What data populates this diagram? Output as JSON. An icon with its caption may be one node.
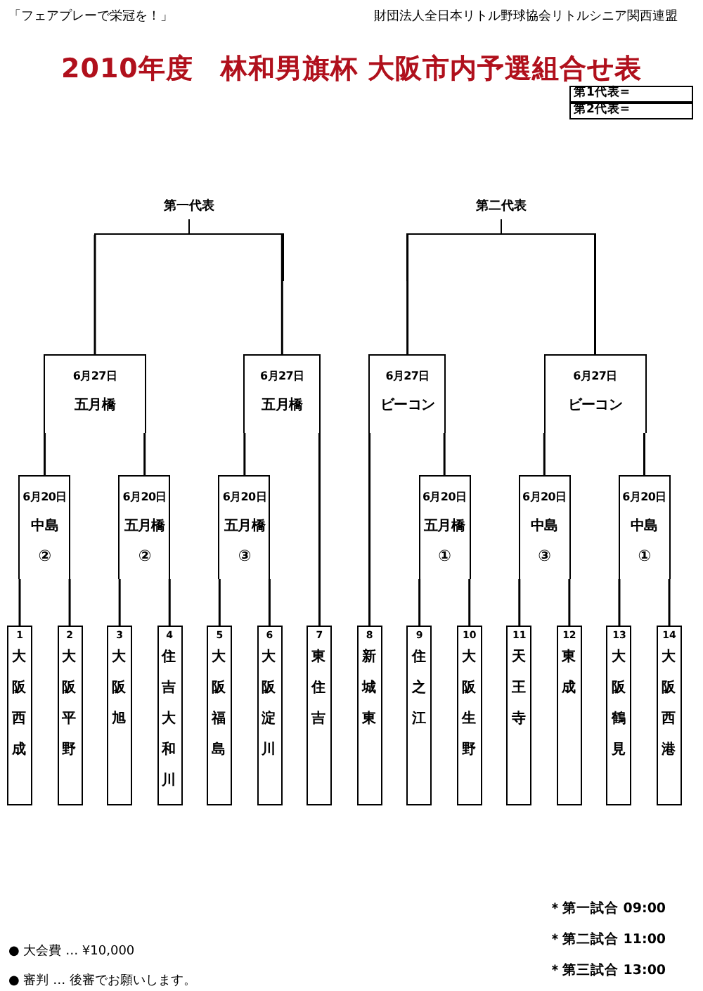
{
  "diagram": {
    "title": "2010年度　林和男旗杯 大阪市内予選組合せ表",
    "nodes": [
      {
        "text": [
          "第1代表="
        ]
      },
      {
        "text": [
          "第2代表="
        ]
      },
      {
        "text": [
          "第一代表"
        ]
      },
      {
        "text": [
          "第二代表"
        ]
      },
      {
        "text": [
          "6月27日",
          "五月橋"
        ]
      },
      {
        "text": [
          "6月27日",
          "五月橋"
        ]
      },
      {
        "text": [
          "6月27日",
          "ビーコン"
        ]
      },
      {
        "text": [
          "6月27日",
          "ビーコン"
        ]
      },
      {
        "text": [
          "6月20日",
          "中島",
          "②"
        ]
      },
      {
        "text": [
          "6月20日",
          "五月橋",
          "②"
        ]
      },
      {
        "text": [
          "6月20日",
          "五月橋",
          "③"
        ]
      },
      {
        "text": [
          "6月20日",
          "五月橋",
          "①"
        ]
      },
      {
        "text": [
          "6月20日",
          "中島",
          "③"
        ]
      },
      {
        "text": [
          "6月20日",
          "中島",
          "①"
        ]
      },
      {
        "text": [
          "1",
          "大阪西成"
        ]
      },
      {
        "text": [
          "2",
          "大阪平野"
        ]
      },
      {
        "text": [
          "3",
          "大阪旭"
        ]
      },
      {
        "text": [
          "4",
          "住吉大和川"
        ]
      },
      {
        "text": [
          "5",
          "大阪福島"
        ]
      },
      {
        "text": [
          "6",
          "大阪淀川"
        ]
      },
      {
        "text": [
          "7",
          "東住吉"
        ]
      },
      {
        "text": [
          "8",
          "新城東"
        ]
      },
      {
        "text": [
          "9",
          "住之江"
        ]
      },
      {
        "text": [
          "10",
          "大阪生野"
        ]
      },
      {
        "text": [
          "11",
          "天王寺"
        ]
      },
      {
        "text": [
          "12",
          "東成"
        ]
      },
      {
        "text": [
          "13",
          "大阪鶴見"
        ]
      },
      {
        "text": [
          "14",
          "大阪西港"
        ]
      }
    ],
    "edges": [
      {
        "from": 14,
        "to": 8,
        "arrow": "none"
      },
      {
        "from": 15,
        "to": 8,
        "arrow": "none"
      },
      {
        "from": 16,
        "to": 9,
        "arrow": "none"
      },
      {
        "from": 17,
        "to": 9,
        "arrow": "none"
      },
      {
        "from": 18,
        "to": 10,
        "arrow": "none"
      },
      {
        "from": 19,
        "to": 10,
        "arrow": "none"
      },
      {
        "from": 20,
        "to": 5,
        "arrow": "none"
      },
      {
        "from": 21,
        "to": 6,
        "arrow": "none"
      },
      {
        "from": 22,
        "to": 11,
        "arrow": "none"
      },
      {
        "from": 23,
        "to": 11,
        "arrow": "none"
      },
      {
        "from": 24,
        "to": 12,
        "arrow": "none"
      },
      {
        "from": 25,
        "to": 12,
        "arrow": "none"
      },
      {
        "from": 26,
        "to": 13,
        "arrow": "none"
      },
      {
        "from": 27,
        "to": 13,
        "arrow": "none"
      },
      {
        "from": 8,
        "to": 4,
        "arrow": "none"
      },
      {
        "from": 9,
        "to": 4,
        "arrow": "none"
      },
      {
        "from": 10,
        "to": 5,
        "arrow": "none"
      },
      {
        "from": 11,
        "to": 6,
        "arrow": "none"
      },
      {
        "from": 12,
        "to": 7,
        "arrow": "none"
      },
      {
        "from": 13,
        "to": 7,
        "arrow": "none"
      },
      {
        "from": 4,
        "to": 2,
        "arrow": "none"
      },
      {
        "from": 5,
        "to": 2,
        "arrow": "none"
      },
      {
        "from": 6,
        "to": 3,
        "arrow": "none"
      },
      {
        "from": 7,
        "to": 3,
        "arrow": "none"
      }
    ],
    "labels": [
      "「フェアプレーで栄冠を！」",
      "財団法人全日本リトル野球協会リトルシニア関西連盟",
      "＊第一試合 09:00",
      "● 大会費 … ¥10,000",
      "＊第二試合 11:00",
      "● 審判 … 後審でお願いします。",
      "＊第三試合 13:00"
    ]
  }
}
